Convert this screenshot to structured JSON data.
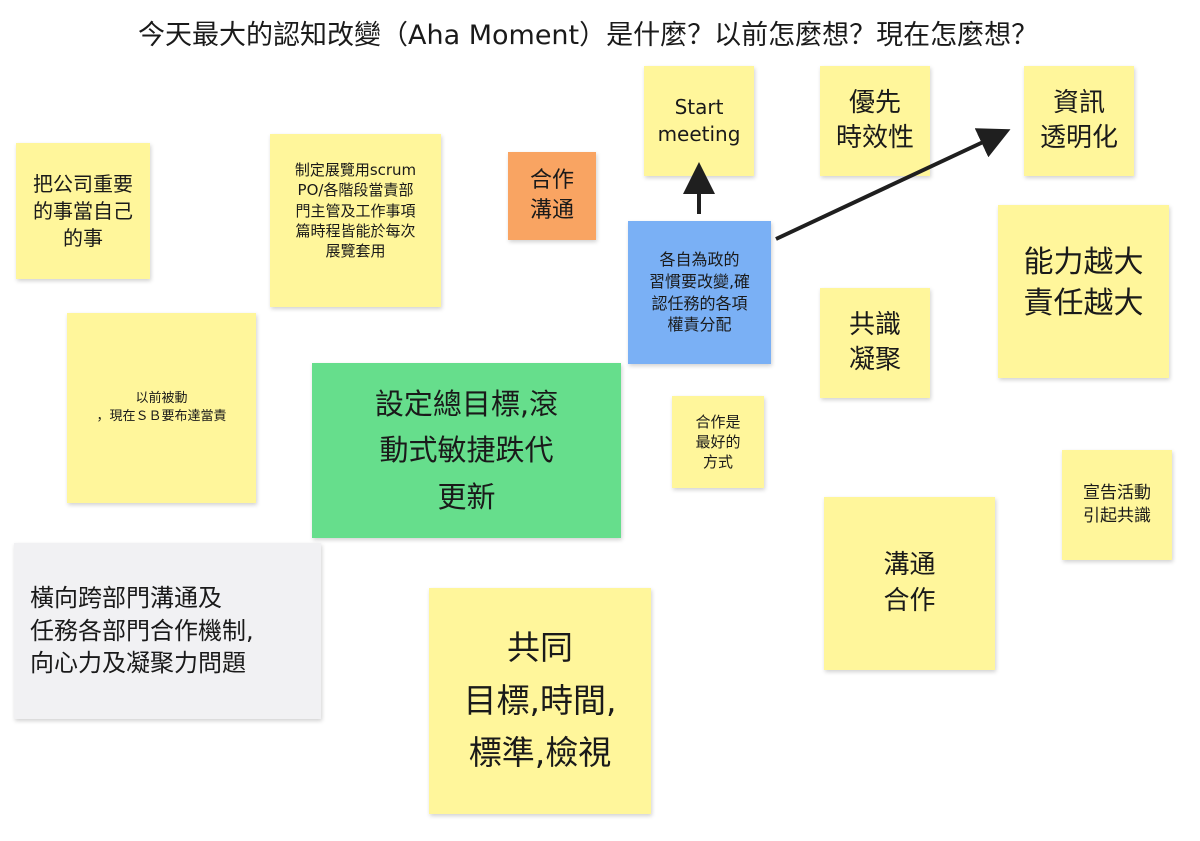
{
  "board": {
    "title": "今天最大的認知改變（Aha Moment）是什麼？以前怎麼想？現在怎麼想？"
  },
  "notes": {
    "company": "把公司重要\n的事當自己\n的事",
    "exhibit": "制定展覽用scrum\nPO/各階段當責部\n門主管及工作事項\n篇時程皆能於每次\n展覽套用",
    "cooperate_orange": "合作\n溝通",
    "start_meeting": "Start\nmeeting",
    "priority": "優先\n時效性",
    "transparency": "資訊\n透明化",
    "silo_change": "各自為政的\n習慣要改變,確\n認任務的各項\n權責分配",
    "ability": "能力越大\n責任越大",
    "consensus": "共識\n凝聚",
    "passive": "以前被動\n，現在ＳＢ要布達當責",
    "goal": "設定總目標,滾\n動式敏捷跌代\n更新",
    "coop_best": "合作是\n最好的\n方式",
    "announce": "宣告活動\n引起共識",
    "cross_dept": "橫向跨部門溝通及\n任務各部門合作機制,\n向心力及凝聚力問題",
    "common": "共同\n目標,時間,\n標準,檢視",
    "communicate": "溝通\n合作"
  },
  "colors": {
    "yellow": "#fff69b",
    "orange": "#f9a462",
    "blue": "#7ab0f5",
    "green": "#66de8c",
    "gray": "#f1f1f3",
    "arrow": "#1f1f1f"
  }
}
